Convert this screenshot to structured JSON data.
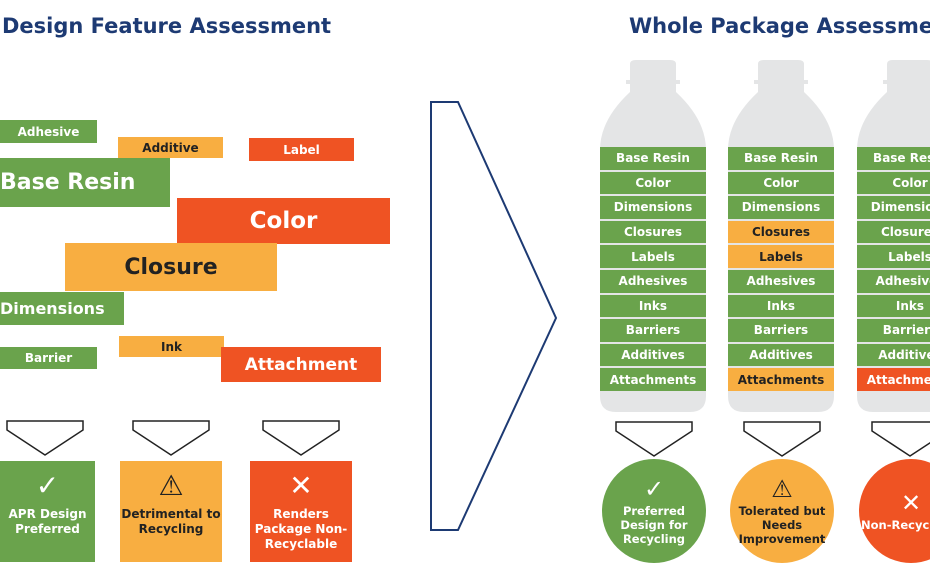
{
  "left_title": "Design Feature Assessment",
  "right_title": "Whole Package Assessment",
  "colors": {
    "green": "#6aa34c",
    "orange": "#f8ae41",
    "red": "#ef5323",
    "navy": "#1d3a73"
  },
  "features": [
    {
      "label": "Adhesive",
      "status": "green"
    },
    {
      "label": "Additive",
      "status": "orange"
    },
    {
      "label": "Label",
      "status": "red"
    },
    {
      "label": "Base Resin",
      "status": "green"
    },
    {
      "label": "Color",
      "status": "red"
    },
    {
      "label": "Closure",
      "status": "orange"
    },
    {
      "label": "Dimensions",
      "status": "green"
    },
    {
      "label": "Barrier",
      "status": "green"
    },
    {
      "label": "Ink",
      "status": "orange"
    },
    {
      "label": "Attachment",
      "status": "red"
    }
  ],
  "categories": [
    {
      "icon": "check-icon",
      "label": "APR Design Preferred"
    },
    {
      "icon": "warning-icon",
      "label": "Detrimental to Recycling"
    },
    {
      "icon": "x-icon",
      "label": "Renders Package Non-Recyclable"
    }
  ],
  "bottles": [
    {
      "components": [
        "Base Resin",
        "Color",
        "Dimensions",
        "Closures",
        "Labels",
        "Adhesives",
        "Inks",
        "Barriers",
        "Additives",
        "Attachments"
      ],
      "statuses": [
        "green",
        "green",
        "green",
        "green",
        "green",
        "green",
        "green",
        "green",
        "green",
        "green"
      ],
      "result": "Preferred Design for Recycling"
    },
    {
      "components": [
        "Base Resin",
        "Color",
        "Dimensions",
        "Closures",
        "Labels",
        "Adhesives",
        "Inks",
        "Barriers",
        "Additives",
        "Attachments"
      ],
      "statuses": [
        "green",
        "green",
        "green",
        "orange",
        "orange",
        "green",
        "green",
        "green",
        "green",
        "orange"
      ],
      "result": "Tolerated but Needs Improvement"
    },
    {
      "components": [
        "Base Resin",
        "Color",
        "Dimensions",
        "Closures",
        "Labels",
        "Adhesives",
        "Inks",
        "Barriers",
        "Additives",
        "Attachments"
      ],
      "statuses": [
        "green",
        "green",
        "green",
        "green",
        "green",
        "green",
        "green",
        "green",
        "green",
        "red"
      ],
      "result": "Non-Recyclable"
    }
  ]
}
